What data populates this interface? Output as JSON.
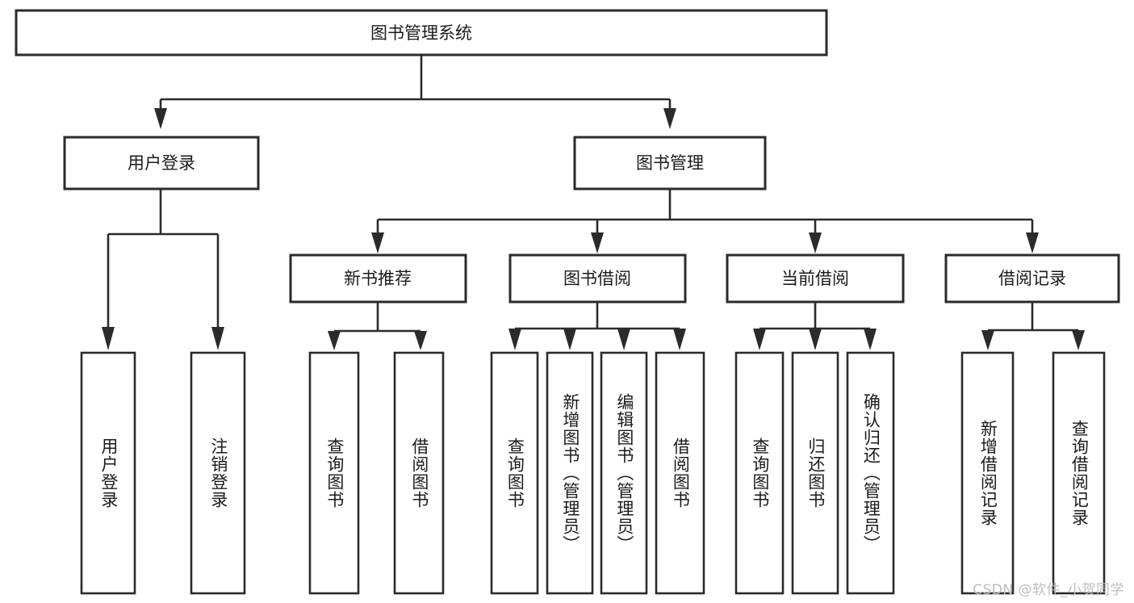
{
  "diagram": {
    "title": "图书管理系统",
    "type": "tree-hierarchy-flowchart",
    "colors": {
      "stroke": "#2b2b2b",
      "fill": "#ffffff",
      "text": "#1b1b1b",
      "watermark": "#bdbdbd",
      "background": "#ffffff"
    },
    "root": {
      "label": "图书管理系统"
    },
    "level1": [
      {
        "label": "用户登录"
      },
      {
        "label": "图书管理"
      }
    ],
    "level2": [
      {
        "label": "新书推荐",
        "parent": "图书管理"
      },
      {
        "label": "图书借阅",
        "parent": "图书管理"
      },
      {
        "label": "当前借阅",
        "parent": "图书管理"
      },
      {
        "label": "借阅记录",
        "parent": "图书管理"
      }
    ],
    "leaves": {
      "user_login": [
        {
          "label": "用户登录"
        },
        {
          "label": "注销登录"
        }
      ],
      "new_book_recommend": [
        {
          "label": "查询图书"
        },
        {
          "label": "借阅图书"
        }
      ],
      "book_borrow": [
        {
          "label": "查询图书"
        },
        {
          "label": "新增图书（管理员）"
        },
        {
          "label": "编辑图书（管理员）"
        },
        {
          "label": "借阅图书"
        }
      ],
      "current_borrow": [
        {
          "label": "查询图书"
        },
        {
          "label": "归还图书"
        },
        {
          "label": "确认归还（管理员）"
        }
      ],
      "borrow_record": [
        {
          "label": "新增借阅记录"
        },
        {
          "label": "查询借阅记录"
        }
      ]
    }
  },
  "watermark": {
    "text": "CSDN @软件_小贺同学"
  }
}
